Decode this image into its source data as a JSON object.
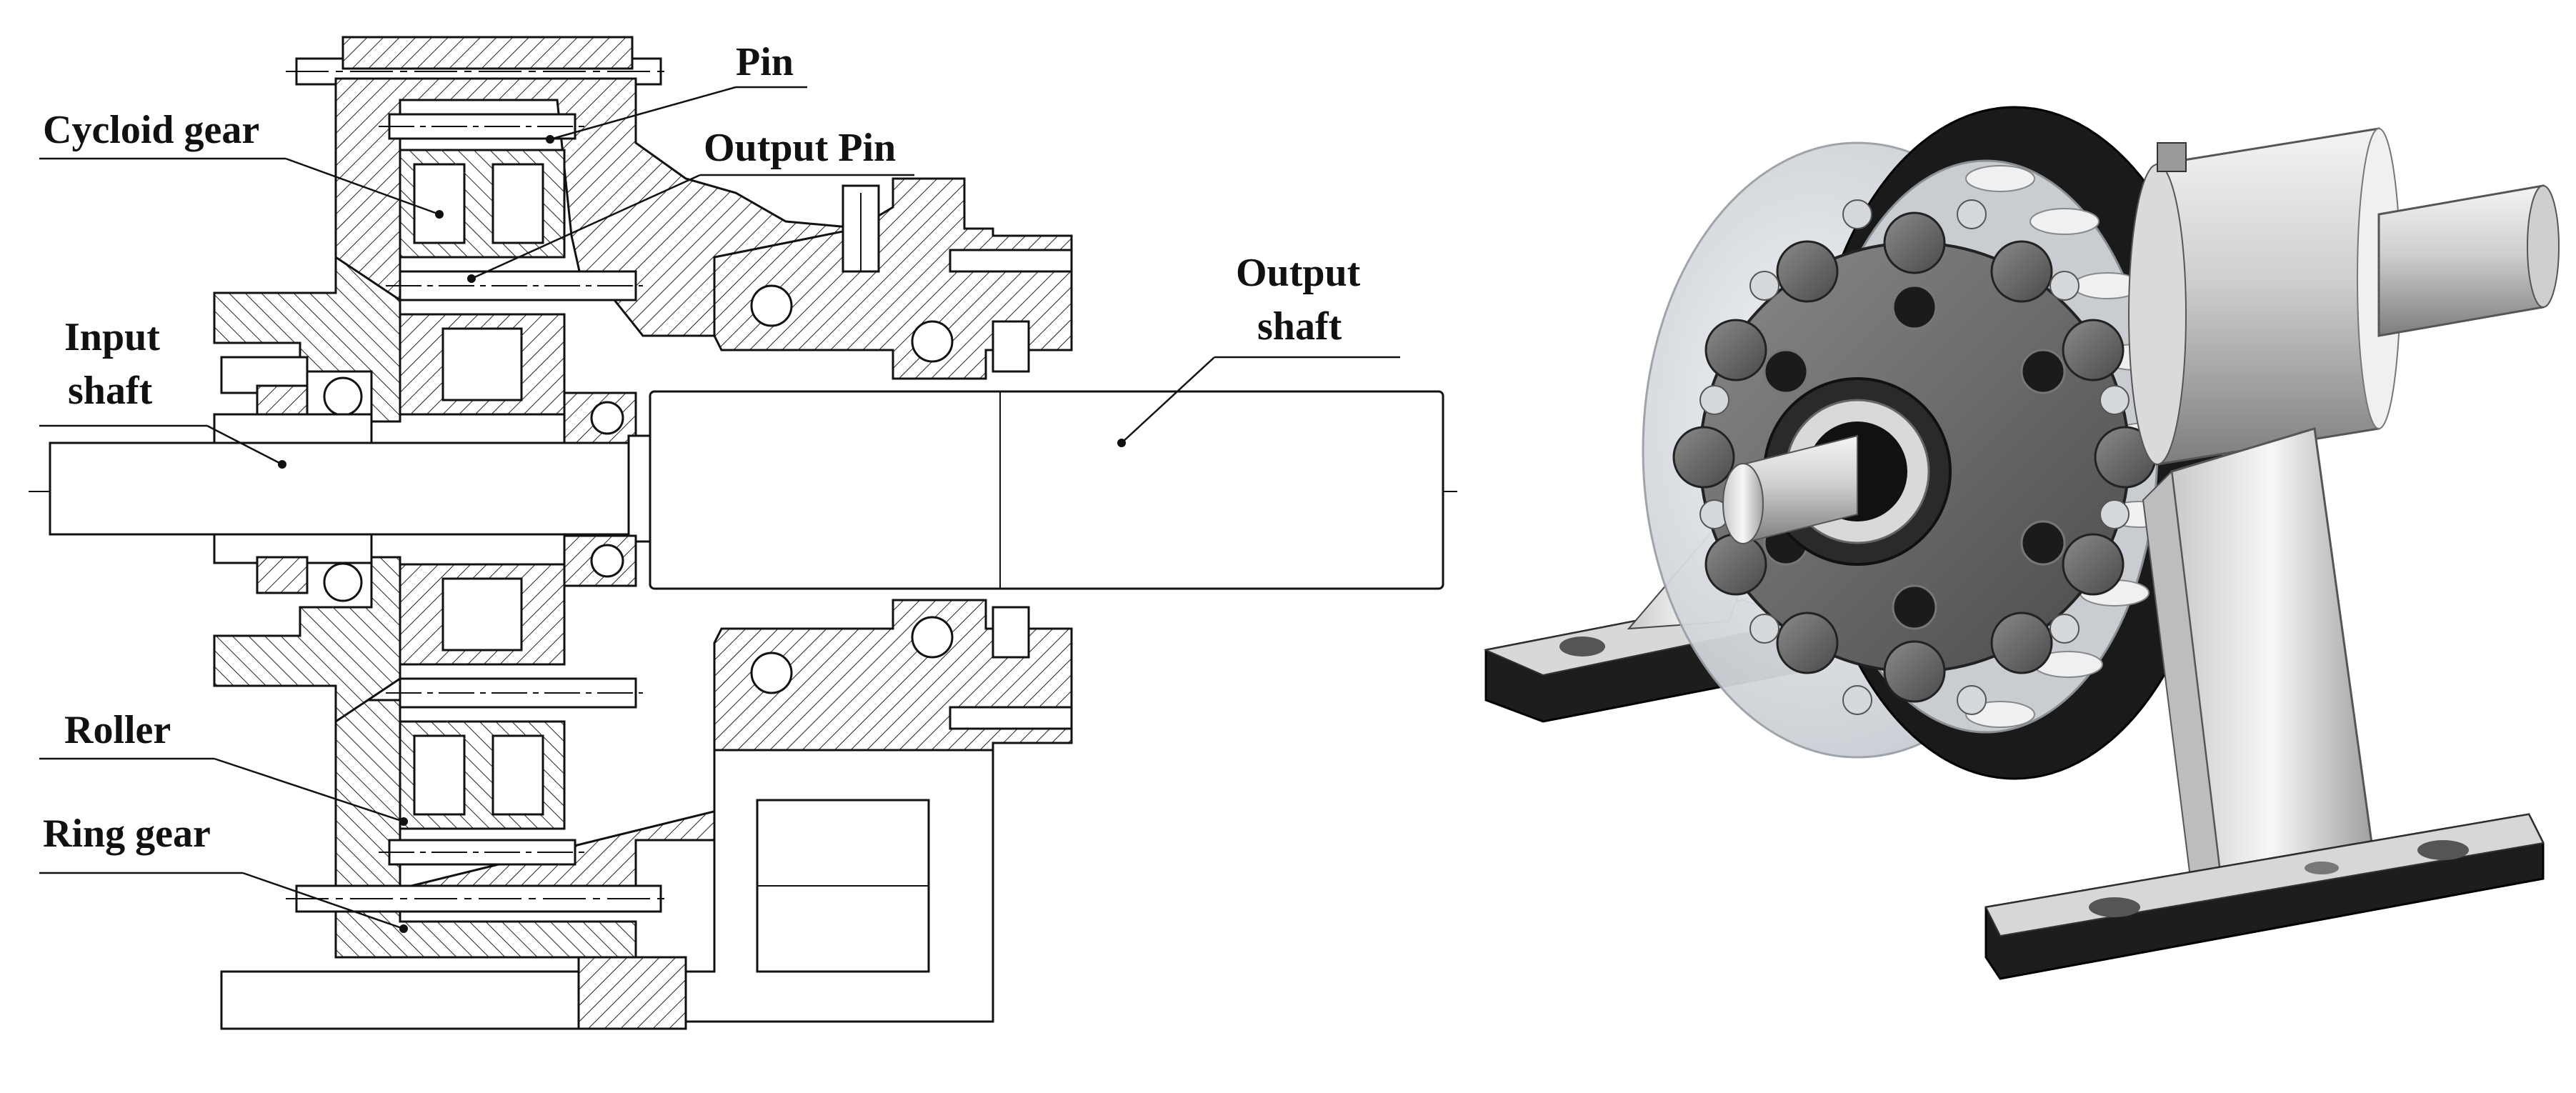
{
  "figure": {
    "labels": {
      "pin": "Pin",
      "cycloid_gear": "Cycloid gear",
      "output_pin": "Output Pin",
      "input_shaft_line1": "Input",
      "input_shaft_line2": "shaft",
      "output_shaft_line1": "Output",
      "output_shaft_line2": "shaft",
      "roller": "Roller",
      "ring_gear": "Ring gear"
    },
    "colors": {
      "line": "#111111",
      "hatch": "#222222",
      "body_dark": "#1c1c1c",
      "metal_light": "#e6e6e6",
      "metal_mid": "#9a9a9a",
      "housing_transparent": "#d8dde2"
    }
  }
}
